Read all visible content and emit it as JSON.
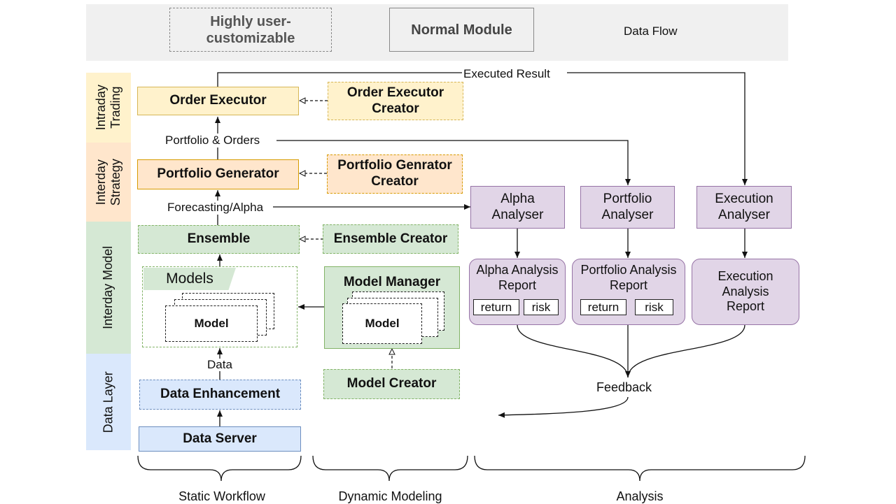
{
  "legend": {
    "customizable": "Highly user-customizable",
    "normal": "Normal Module",
    "data_flow": "Data Flow"
  },
  "lanes": {
    "intraday_trading": "Intraday\nTrading",
    "interday_strategy": "Interday\nStrategy",
    "interday_model": "Interday Model",
    "data_layer": "Data Layer"
  },
  "static": {
    "order_executor": "Order Executor",
    "portfolio_generator": "Portfolio Generator",
    "ensemble": "Ensemble",
    "models_title": "Models",
    "model": "Model",
    "data_enhancement": "Data Enhancement",
    "data_server": "Data Server"
  },
  "dynamic": {
    "order_executor_creator": "Order Executor Creator",
    "portfolio_generator_creator": "Portfolio Genrator Creator",
    "ensemble_creator": "Ensemble Creator",
    "model_manager": "Model Manager",
    "model": "Model",
    "model_creator": "Model Creator"
  },
  "analysis": {
    "alpha_analyser": "Alpha Analyser",
    "portfolio_analyser": "Portfolio Analyser",
    "execution_analyser": "Execution Analyser",
    "alpha_report": "Alpha Analysis Report",
    "portfolio_report": "Portfolio Analysis Report",
    "execution_report": "Execution Analysis Report",
    "return_tag": "return",
    "risk_tag": "risk"
  },
  "flows": {
    "executed_result": "Executed Result",
    "portfolio_orders": "Portfolio & Orders",
    "forecasting_alpha": "Forecasting/Alpha",
    "data": "Data",
    "feedback": "Feedback"
  },
  "groups": {
    "static_workflow": "Static Workflow",
    "dynamic_modeling": "Dynamic Modeling",
    "analysis": "Analysis"
  },
  "colors": {
    "intraday_trading": "#fff2cc",
    "interday_strategy": "#ffe6cc",
    "interday_model": "#d5e8d4",
    "data_layer": "#dae8fc",
    "analysis": "#e1d5e7",
    "legend_bg": "#f0f0f0"
  }
}
